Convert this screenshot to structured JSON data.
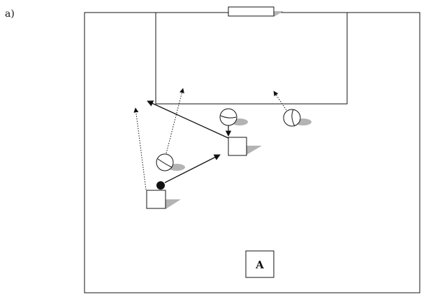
{
  "panel": {
    "label": "a)"
  },
  "figure": {
    "zone_label": "A",
    "colors": {
      "stroke": "#111111",
      "shadow": "#b3b3b3",
      "fill": "#ffffff"
    },
    "legend_elements": {
      "player_icon": "square-player",
      "ball_icon": "ball-icon",
      "cone_icon": "black-dot",
      "pass_line": "solid-arrow",
      "run_line": "dotted-arrow"
    }
  }
}
